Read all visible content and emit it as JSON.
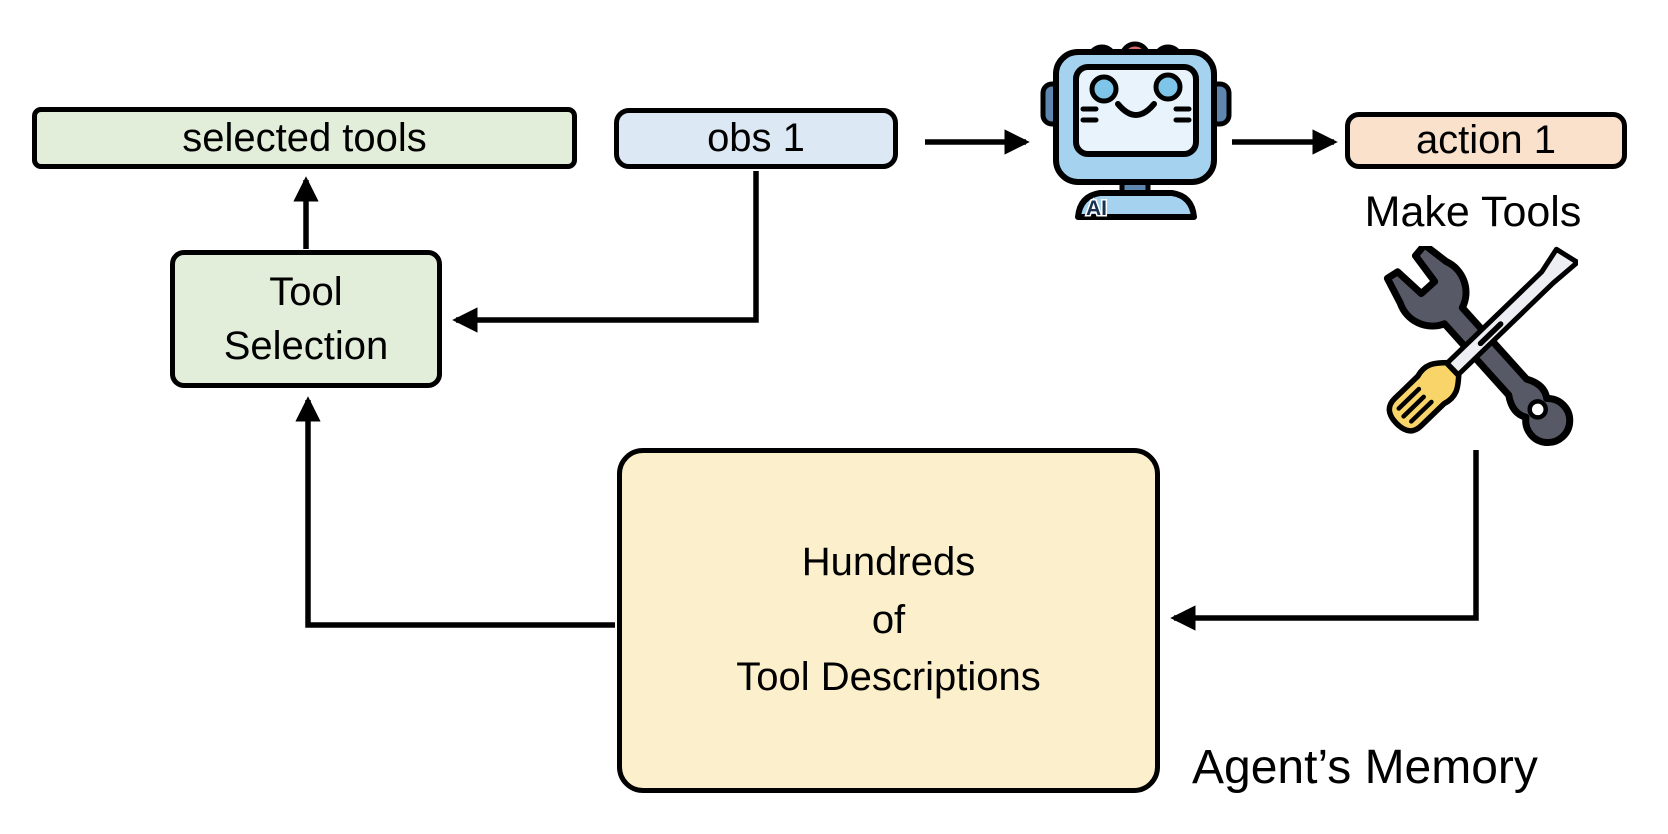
{
  "boxes": {
    "selected_tools": {
      "label": "selected tools",
      "fill": "#e3eeda"
    },
    "obs_1": {
      "label": "obs 1",
      "fill": "#dce9f5"
    },
    "action_1": {
      "label": "action 1",
      "fill": "#f9e1cc"
    },
    "tool_selection": {
      "lines": [
        "Tool",
        "Selection"
      ],
      "fill": "#e3eeda"
    },
    "agent_memory": {
      "lines": [
        "Hundreds",
        "of",
        "Tool Descriptions"
      ],
      "fill": "#fbf0cb"
    }
  },
  "labels": {
    "make_tools": "Make Tools",
    "agents_memory": "Agent’s Memory",
    "robot_badge": "AI"
  },
  "icons": {
    "robot": "ai-robot-icon",
    "tools": "wrench-screwdriver-icon"
  },
  "colors": {
    "outline": "#000000",
    "arrow-black": "#000000",
    "box-green": "#e3eeda",
    "box-blue": "#dce9f5",
    "box-peach": "#f9e1cc",
    "box-yellow": "#fbf0cb",
    "robot-blue": "#a5d3ef",
    "robot-screen": "#e9f3fb",
    "robot-eye": "#7fc5e9",
    "robot-accent": "#5e86ae",
    "robot-bump": "#dd6a70",
    "robot-badge-text": "#17314f",
    "wrench-gray": "#575a66",
    "handle-yellow": "#f9d468",
    "shaft-silver": "#eceef3"
  }
}
